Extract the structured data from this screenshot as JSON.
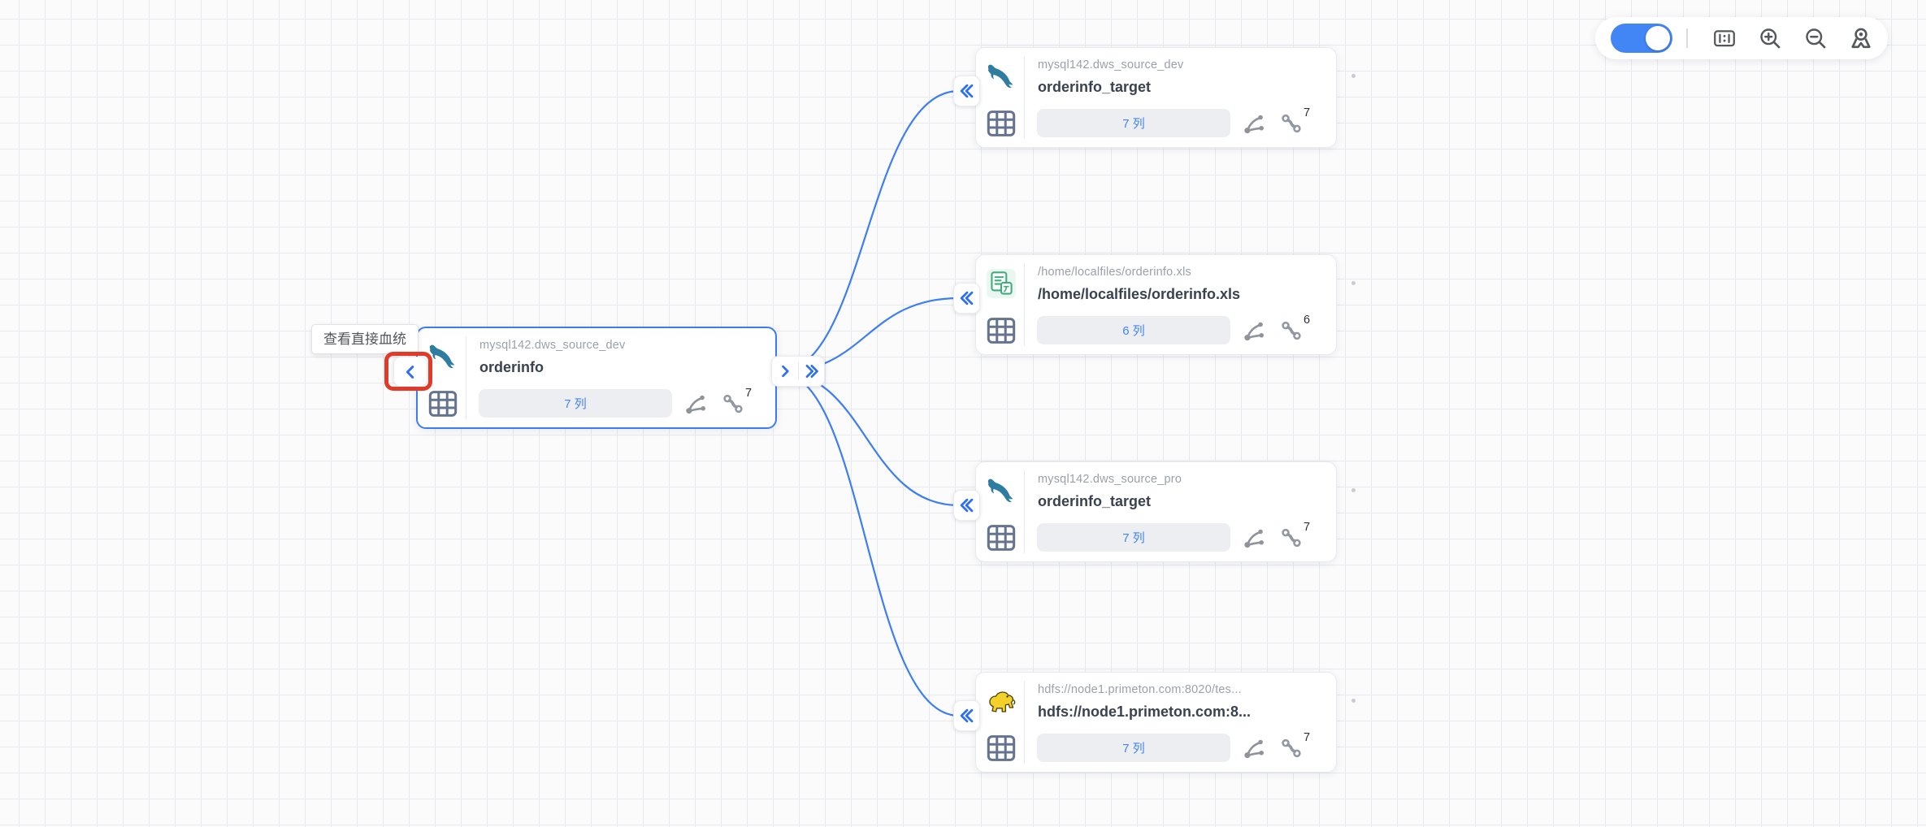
{
  "tooltip": {
    "text": "查看直接血统"
  },
  "toolbar": {
    "toggle": {
      "label": "lineage-display-toggle",
      "state": "on"
    },
    "buttons": [
      {
        "id": "actual-size",
        "icon": "one-to-one-icon"
      },
      {
        "id": "zoom-in",
        "icon": "magnifier-plus-icon"
      },
      {
        "id": "zoom-out",
        "icon": "magnifier-minus-icon"
      },
      {
        "id": "locate",
        "icon": "location-marker-icon"
      }
    ]
  },
  "center_node": {
    "db": "mysql142.dws_source_dev",
    "name": "orderinfo",
    "columns": "7 列",
    "link_count": "7",
    "type": "mysql",
    "selected": true
  },
  "targets": [
    {
      "db": "mysql142.dws_source_dev",
      "name": "orderinfo_target",
      "columns": "7 列",
      "link_count": "7",
      "type": "mysql"
    },
    {
      "db": "/home/localfiles/orderinfo.xls",
      "name": "/home/localfiles/orderinfo.xls",
      "columns": "6 列",
      "link_count": "6",
      "type": "excel"
    },
    {
      "db": "mysql142.dws_source_pro",
      "name": "orderinfo_target",
      "columns": "7 列",
      "link_count": "7",
      "type": "mysql"
    },
    {
      "db": "hdfs://node1.primeton.com:8020/tes...",
      "name": "hdfs://node1.primeton.com:8...",
      "columns": "7 列",
      "link_count": "7",
      "type": "hdfs"
    }
  ],
  "colors": {
    "accent_blue": "#3b7cf5",
    "edge_blue": "#3d7ef5",
    "pill_text": "#4285f4",
    "annotation_red": "#e23a28",
    "toggle_on": "#4286f5",
    "mysql_teal": "#2e7da0",
    "excel_green": "#3fae7c",
    "hadoop_yellow": "#f3d02a"
  }
}
